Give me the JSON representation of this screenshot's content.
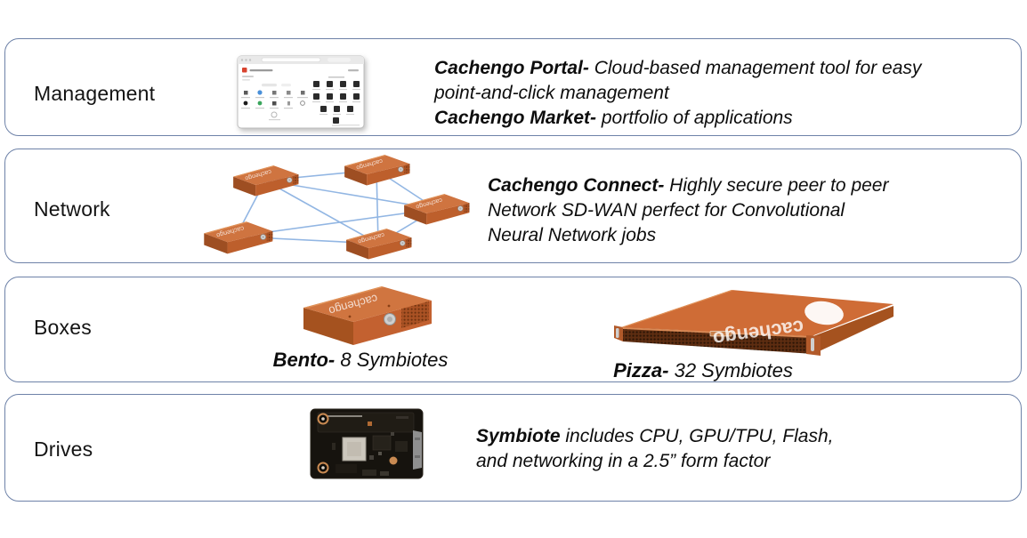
{
  "colors": {
    "row_border": "#6e82a8",
    "box_orange": "#c8652f",
    "mesh_line": "#8db3e2",
    "text": "#0d0d0d"
  },
  "logos": {
    "cachengo": "cachengo"
  },
  "rows": {
    "management": {
      "label": "Management",
      "lines": [
        {
          "b": "Cachengo Portal-",
          "t": " Cloud-based management tool for easy"
        },
        {
          "b": "",
          "t": "point-and-click management"
        },
        {
          "b": "Cachengo Market-",
          "t": " portfolio of applications"
        }
      ]
    },
    "network": {
      "label": "Network",
      "lines": [
        {
          "b": "Cachengo Connect-",
          "t": " Highly secure peer to peer"
        },
        {
          "b": "",
          "t": "Network SD-WAN perfect for Convolutional"
        },
        {
          "b": "",
          "t": "Neural Network jobs"
        }
      ]
    },
    "boxes": {
      "label": "Boxes",
      "bento": {
        "b": "Bento-",
        "t": " 8 Symbiotes"
      },
      "pizza": {
        "b": "Pizza-",
        "t": " 32 Symbiotes"
      }
    },
    "drives": {
      "label": "Drives",
      "lines": [
        {
          "b": "Symbiote",
          "t": " includes CPU, GPU/TPU, Flash,"
        },
        {
          "b": "",
          "t": "and networking in a 2.5” form factor"
        }
      ]
    }
  }
}
